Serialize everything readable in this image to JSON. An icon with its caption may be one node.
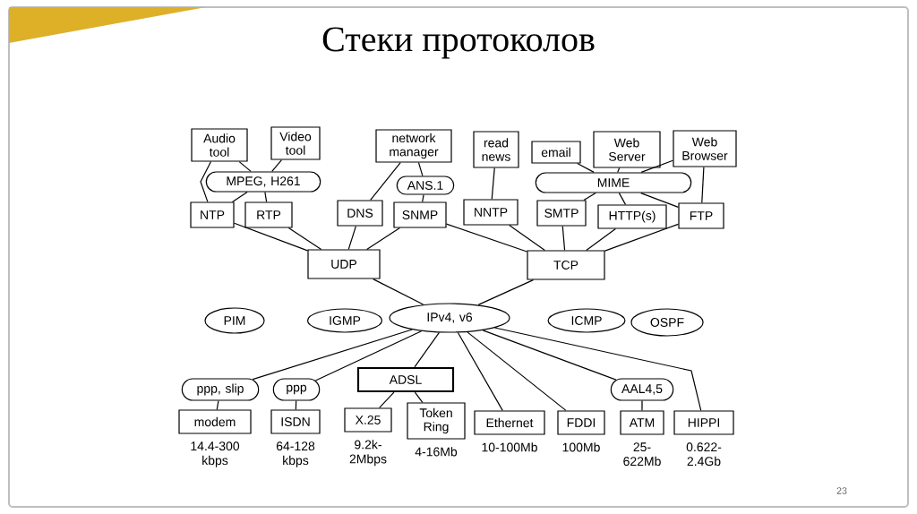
{
  "diagram": {
    "title": "Стеки протоколов",
    "nodes": [
      {
        "text": [
          "Audio tool"
        ]
      },
      {
        "text": [
          "Video tool"
        ]
      },
      {
        "text": [
          "network manager"
        ]
      },
      {
        "text": [
          "read news"
        ]
      },
      {
        "text": [
          "email"
        ]
      },
      {
        "text": [
          "Web Server"
        ]
      },
      {
        "text": [
          "Web Browser"
        ]
      },
      {
        "text": [
          "MPEG, H261"
        ]
      },
      {
        "text": [
          "ANS.1"
        ]
      },
      {
        "text": [
          "MIME"
        ]
      },
      {
        "text": [
          "NTP"
        ]
      },
      {
        "text": [
          "RTP"
        ]
      },
      {
        "text": [
          "DNS"
        ]
      },
      {
        "text": [
          "SNMP"
        ]
      },
      {
        "text": [
          "NNTP"
        ]
      },
      {
        "text": [
          "SMTP"
        ]
      },
      {
        "text": [
          "HTTP(s)"
        ]
      },
      {
        "text": [
          "FTP"
        ]
      },
      {
        "text": [
          "UDP"
        ]
      },
      {
        "text": [
          "TCP"
        ]
      },
      {
        "text": [
          "PIM"
        ]
      },
      {
        "text": [
          "IGMP"
        ]
      },
      {
        "text": [
          "IPv4, v6"
        ]
      },
      {
        "text": [
          "ICMP"
        ]
      },
      {
        "text": [
          "OSPF"
        ]
      },
      {
        "text": [
          "ppp, slip"
        ]
      },
      {
        "text": [
          "ppp"
        ]
      },
      {
        "text": [
          "ADSL"
        ]
      },
      {
        "text": [
          "AAL4,5"
        ]
      },
      {
        "text": [
          "modem"
        ],
        "beside": [
          "14.4-300 kbps"
        ]
      },
      {
        "text": [
          "ISDN"
        ],
        "beside": [
          "64-128 kbps"
        ]
      },
      {
        "text": [
          "X.25"
        ],
        "beside": [
          "9.2k- 2Mbps"
        ]
      },
      {
        "text": [
          "Token Ring"
        ],
        "beside": [
          "4-16Mb"
        ]
      },
      {
        "text": [
          "Ethernet"
        ],
        "beside": [
          "10-100Mb"
        ]
      },
      {
        "text": [
          "FDDI"
        ],
        "beside": [
          "100Mb"
        ]
      },
      {
        "text": [
          "ATM"
        ],
        "beside": [
          "25- 622Mb"
        ]
      },
      {
        "text": [
          "HIPPI"
        ],
        "beside": [
          "0.622- 2.4Gb"
        ]
      }
    ],
    "edges": [
      {
        "from": 0,
        "to": 10,
        "arrow": "none"
      },
      {
        "from": 0,
        "to": 7,
        "arrow": "none"
      },
      {
        "from": 1,
        "to": 7,
        "arrow": "none"
      },
      {
        "from": 7,
        "to": 10,
        "arrow": "none"
      },
      {
        "from": 7,
        "to": 11,
        "arrow": "none"
      },
      {
        "from": 2,
        "to": 12,
        "arrow": "none"
      },
      {
        "from": 2,
        "to": 8,
        "arrow": "none"
      },
      {
        "from": 8,
        "to": 13,
        "arrow": "none"
      },
      {
        "from": 3,
        "to": 14,
        "arrow": "none"
      },
      {
        "from": 4,
        "to": 9,
        "arrow": "none"
      },
      {
        "from": 5,
        "to": 9,
        "arrow": "none"
      },
      {
        "from": 6,
        "to": 9,
        "arrow": "none"
      },
      {
        "from": 6,
        "to": 17,
        "arrow": "none"
      },
      {
        "from": 9,
        "to": 15,
        "arrow": "none"
      },
      {
        "from": 9,
        "to": 16,
        "arrow": "none"
      },
      {
        "from": 9,
        "to": 17,
        "arrow": "none"
      },
      {
        "from": 10,
        "to": 18,
        "arrow": "none"
      },
      {
        "from": 11,
        "to": 18,
        "arrow": "none"
      },
      {
        "from": 12,
        "to": 18,
        "arrow": "none"
      },
      {
        "from": 13,
        "to": 18,
        "arrow": "none"
      },
      {
        "from": 13,
        "to": 19,
        "arrow": "none"
      },
      {
        "from": 14,
        "to": 19,
        "arrow": "none"
      },
      {
        "from": 15,
        "to": 19,
        "arrow": "none"
      },
      {
        "from": 16,
        "to": 19,
        "arrow": "none"
      },
      {
        "from": 17,
        "to": 19,
        "arrow": "none"
      },
      {
        "from": 18,
        "to": 22,
        "arrow": "none"
      },
      {
        "from": 19,
        "to": 22,
        "arrow": "none"
      },
      {
        "from": 22,
        "to": 25,
        "arrow": "none"
      },
      {
        "from": 22,
        "to": 26,
        "arrow": "none"
      },
      {
        "from": 22,
        "to": 27,
        "arrow": "none"
      },
      {
        "from": 22,
        "to": 33,
        "arrow": "none"
      },
      {
        "from": 22,
        "to": 34,
        "arrow": "none"
      },
      {
        "from": 22,
        "to": 28,
        "arrow": "none"
      },
      {
        "from": 22,
        "to": 36,
        "arrow": "none"
      },
      {
        "from": 27,
        "to": 31,
        "arrow": "none"
      },
      {
        "from": 27,
        "to": 32,
        "arrow": "none"
      },
      {
        "from": 25,
        "to": 29,
        "arrow": "none"
      },
      {
        "from": 26,
        "to": 30,
        "arrow": "none"
      },
      {
        "from": 28,
        "to": 35,
        "arrow": "none"
      }
    ],
    "labels": [
      "23"
    ]
  }
}
